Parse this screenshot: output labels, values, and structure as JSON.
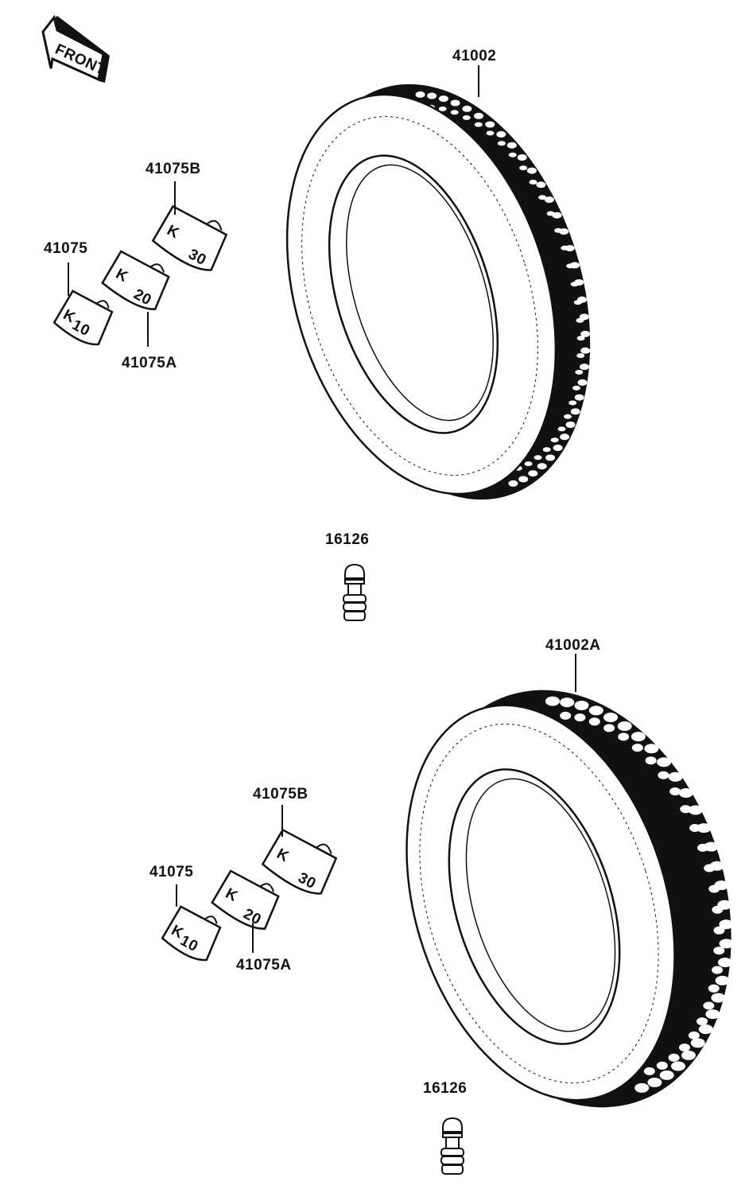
{
  "front_indicator": {
    "text": "FRONT"
  },
  "upper_assembly": {
    "tire": {
      "part_number": "41002"
    },
    "valve": {
      "part_number": "16126"
    },
    "weights": [
      {
        "part_number": "41075B",
        "marking": "30"
      },
      {
        "part_number": "41075",
        "marking": "10"
      },
      {
        "part_number": "41075A",
        "marking": "20"
      }
    ]
  },
  "lower_assembly": {
    "tire": {
      "part_number": "41002A"
    },
    "valve": {
      "part_number": "16126"
    },
    "weights": [
      {
        "part_number": "41075B",
        "marking": "30"
      },
      {
        "part_number": "41075",
        "marking": "10"
      },
      {
        "part_number": "41075A",
        "marking": "20"
      }
    ]
  },
  "colors": {
    "ink": "#111111",
    "paper": "#ffffff"
  }
}
